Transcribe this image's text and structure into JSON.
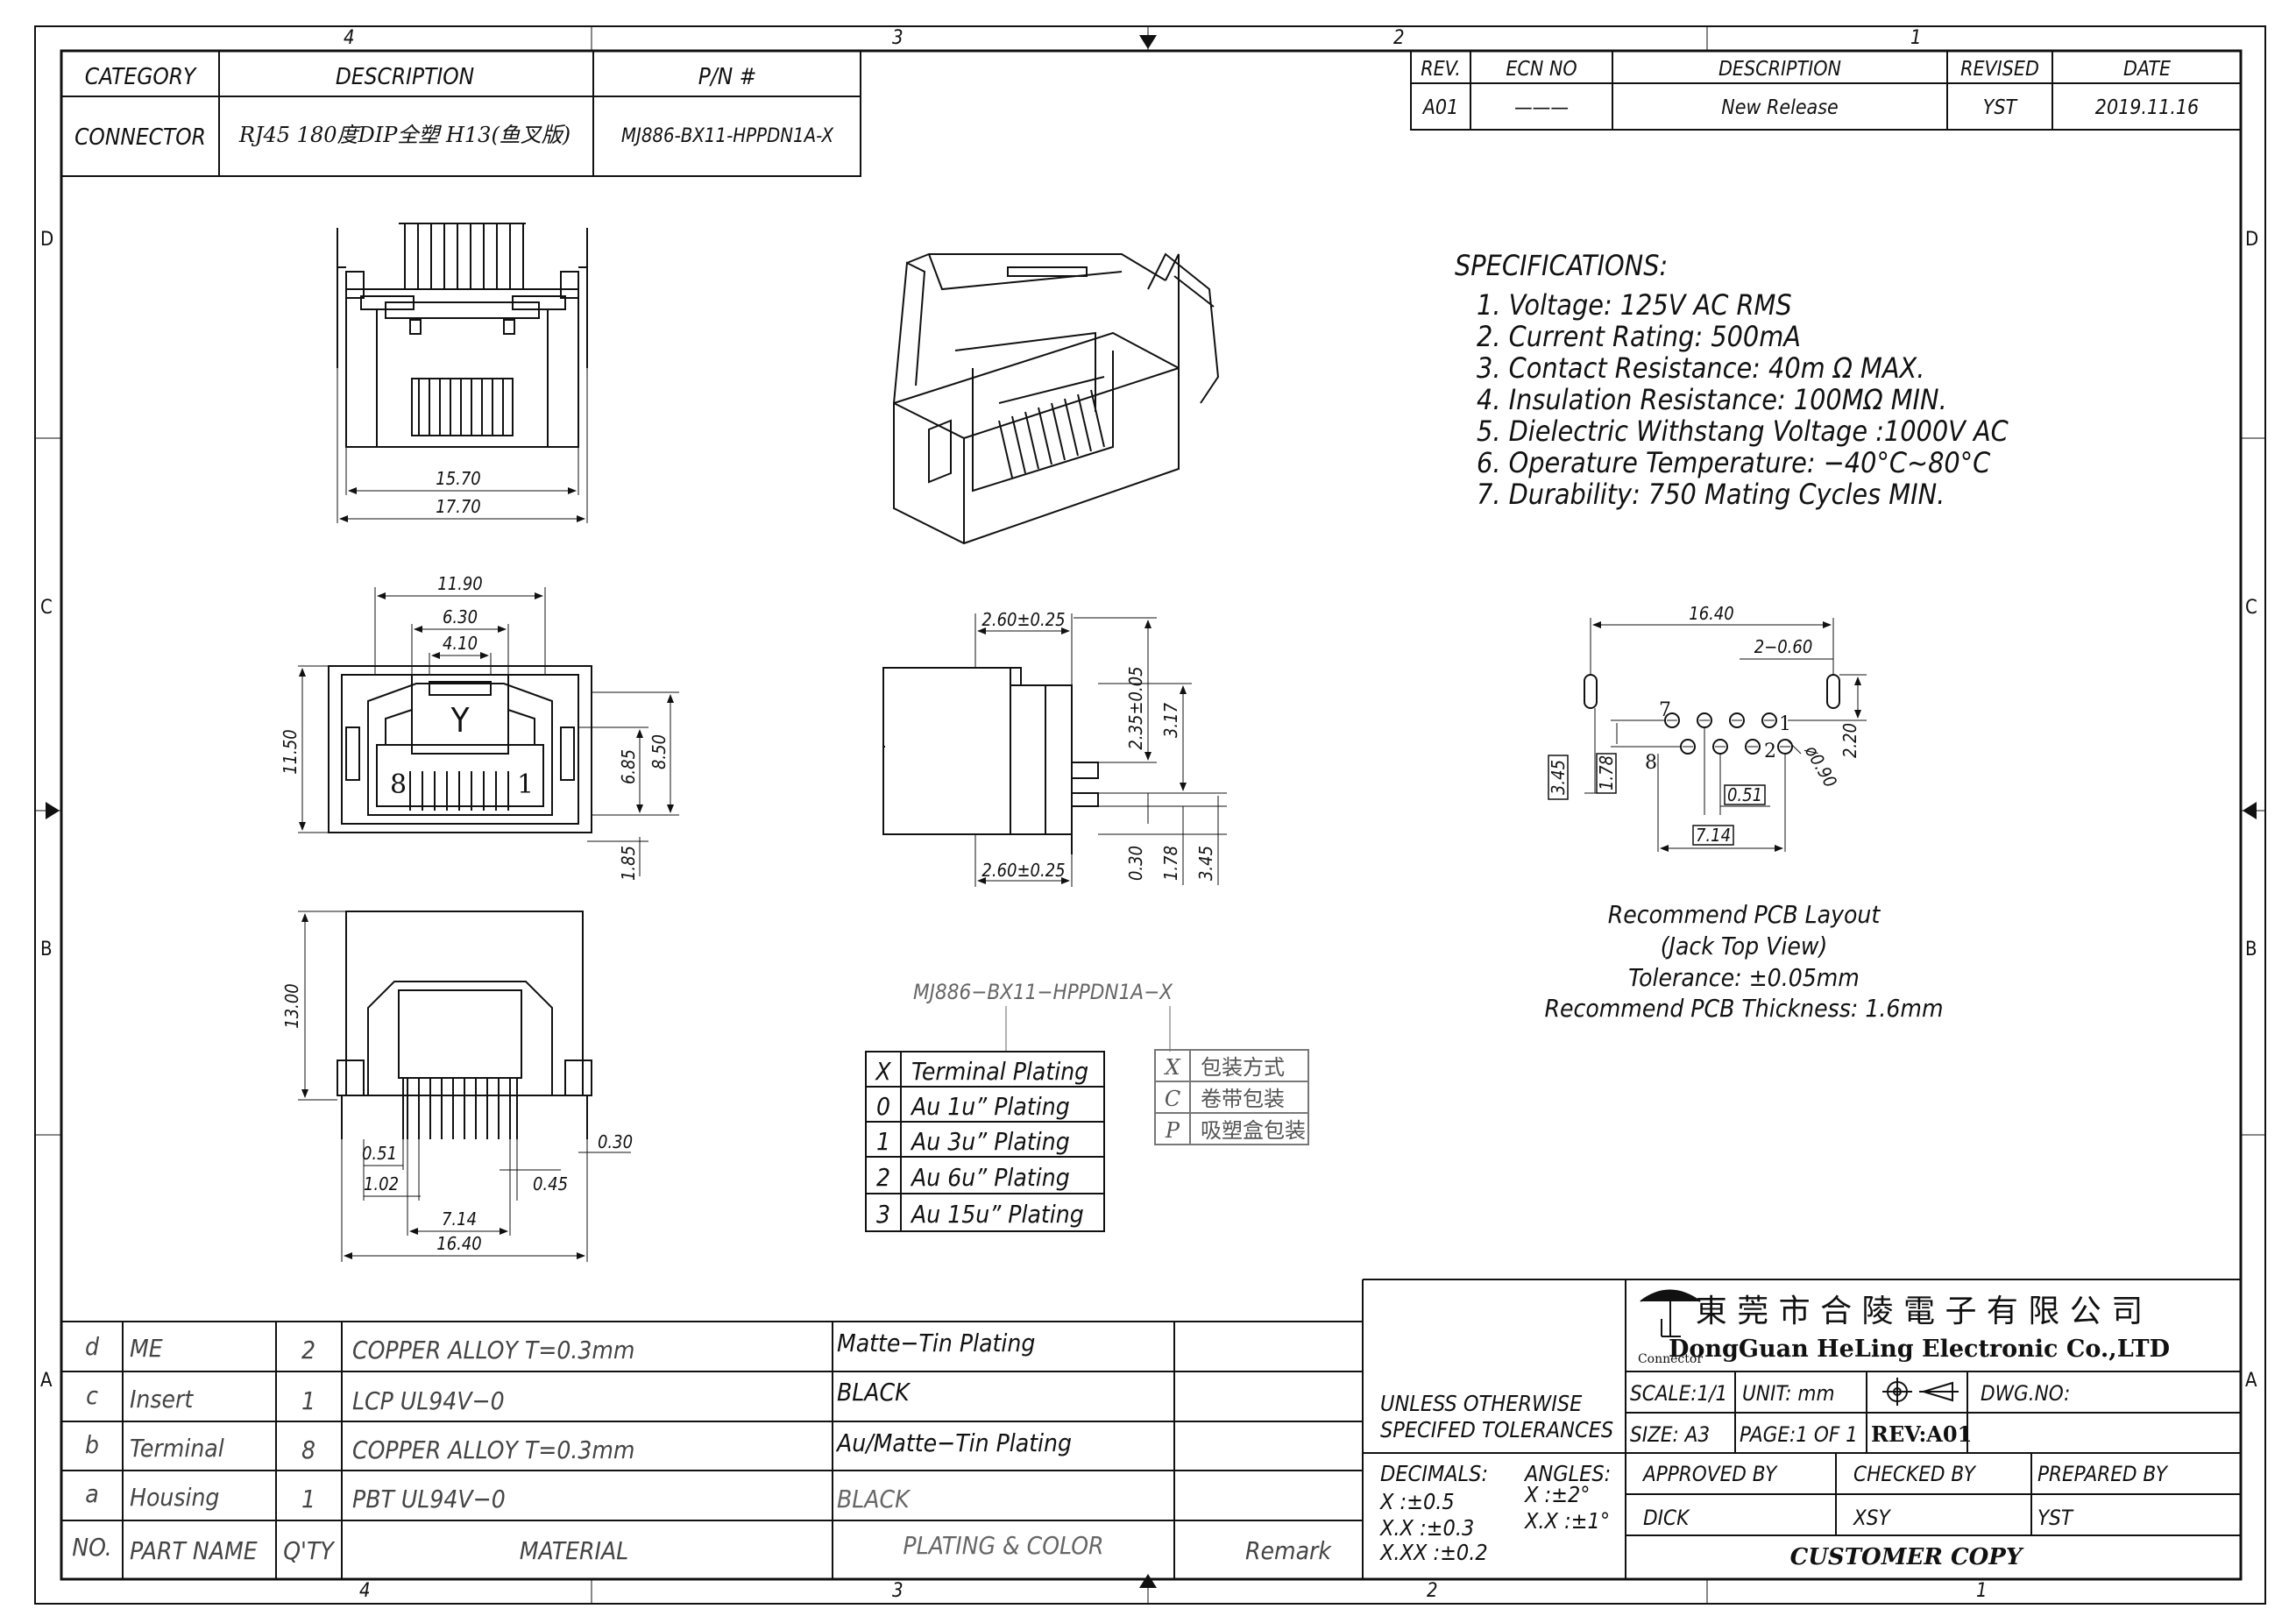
{
  "zones": {
    "top": [
      "4",
      "3",
      "2",
      "1"
    ],
    "bottom": [
      "4",
      "3",
      "2",
      "1"
    ],
    "left": [
      "D",
      "C",
      "B",
      "A"
    ],
    "right": [
      "D",
      "C",
      "B",
      "A"
    ]
  },
  "title_block": {
    "category_header": "CATEGORY",
    "description_header": "DESCRIPTION",
    "pn_header": "P/N #",
    "category": "CONNECTOR",
    "description": "RJ45 180度DIP全塑 H13(鱼叉版)",
    "pn": "MJ886-BX11-HPPDN1A-X"
  },
  "revision": {
    "headers": [
      "REV.",
      "ECN NO",
      "DESCRIPTION",
      "REVISED",
      "DATE"
    ],
    "row": [
      "A01",
      "———",
      "New Release",
      "YST",
      "2019.11.16"
    ]
  },
  "specifications": {
    "title": "SPECIFICATIONS:",
    "items": [
      "1.  Voltage:  125V  AC  RMS",
      "2.  Current  Rating:  500mA",
      "3.  Contact  Resistance:  40m Ω MAX.",
      "4.  Insulation  Resistance:  100MΩ MIN.",
      "5.  Dielectric  Withstang  Voltage  :1000V  AC",
      "6.  Operature  Temperature:  −40°C~80°C",
      "7.  Durability:  750  Mating  Cycles  MIN."
    ]
  },
  "dims": {
    "front_inner": "15.70",
    "front_outer": "17.70",
    "w_1190": "11.90",
    "w_630": "6.30",
    "w_410": "4.10",
    "h_1150": "11.50",
    "h_850": "8.50",
    "h_685": "6.85",
    "h_185": "1.85",
    "pin8": "8",
    "pin1": "1",
    "latch_mark": "Y",
    "side_top": "2.60±0.25",
    "side_bot": "2.60±0.25",
    "side_235": "2.35±0.05",
    "side_317": "3.17",
    "side_030": "0.30",
    "side_178": "1.78",
    "side_345": "3.45",
    "bot_1300": "13.00",
    "bot_051": "0.51",
    "bot_102": "1.02",
    "bot_030": "0.30",
    "bot_045": "0.45",
    "bot_714": "7.14",
    "bot_1640": "16.40",
    "pcb_1640": "16.40",
    "pcb_slot": "2−0.60",
    "pcb_220": "2.20",
    "pcb_345": "3.45",
    "pcb_178": "1.78",
    "pcb_051": "0.51",
    "pcb_714": "7.14",
    "pcb_hole": "ø0.90",
    "pcb_n7": "7",
    "pcb_n8": "8",
    "pcb_n1": "1",
    "pcb_n2": "2"
  },
  "pcb_note": [
    "Recommend  PCB  Layout",
    "(Jack  Top  View)",
    "Tolerance:  ±0.05mm",
    "Recommend  PCB  Thickness:  1.6mm"
  ],
  "part_code": "MJ886−BX11−HPPDN1A−X",
  "plating_table": {
    "header": [
      "X",
      "Terminal  Plating"
    ],
    "rows": [
      [
        "0",
        "Au  1u” Plating"
      ],
      [
        "1",
        "Au  3u” Plating"
      ],
      [
        "2",
        "Au  6u” Plating"
      ],
      [
        "3",
        "Au  15u” Plating"
      ]
    ]
  },
  "packing_table": {
    "header": [
      "X",
      "包装方式"
    ],
    "rows": [
      [
        "C",
        "卷带包装"
      ],
      [
        "P",
        "吸塑盒包装"
      ]
    ]
  },
  "bom": {
    "rows": [
      {
        "no": "d",
        "name": "ME",
        "qty": "2",
        "material": "COPPER  ALLOY    T=0.3mm",
        "plating": "Matte−Tin  Plating",
        "remark": ""
      },
      {
        "no": "c",
        "name": "Insert",
        "qty": "1",
        "material": "LCP  UL94V−0",
        "plating": "BLACK",
        "remark": ""
      },
      {
        "no": "b",
        "name": "Terminal",
        "qty": "8",
        "material": "COPPER  ALLOY    T=0.3mm",
        "plating": "Au/Matte−Tin  Plating",
        "remark": ""
      },
      {
        "no": "a",
        "name": "Housing",
        "qty": "1",
        "material": "PBT  UL94V−0",
        "plating": "BLACK",
        "remark": ""
      }
    ],
    "header": {
      "no": "NO.",
      "name": "PART  NAME",
      "qty": "Q'TY",
      "material": "MATERIAL",
      "plating": "PLATING  &  COLOR",
      "remark": "Remark"
    }
  },
  "tolerances": {
    "title1": "UNLESS  OTHERWISE",
    "title2": "SPECIFED  TOLERANCES",
    "decimals": "DECIMALS:",
    "angles": "ANGLES:",
    "d1": "X      :±0.5",
    "d2": "X.X    :±0.3",
    "d3": "X.XX  :±0.2",
    "a1": "X  :±2°",
    "a2": "X.X :±1°"
  },
  "company": {
    "cn": "東 莞 市 合 陵 電 子 有 限 公 司",
    "en": "DongGuan HeLing Electronic Co.,LTD",
    "logo_text": "Connector",
    "scale": "SCALE:1/1",
    "unit": "UNIT:  mm",
    "dwg": "DWG.NO:",
    "size": "SIZE:  A3",
    "page": "PAGE:1  OF  1",
    "rev": "REV:A01",
    "approved_h": "APPROVED  BY",
    "checked_h": "CHECKED  BY",
    "prepared_h": "PREPARED  BY",
    "approved": "DICK",
    "checked": "XSY",
    "prepared": "YST",
    "copy": "CUSTOMER  COPY"
  }
}
